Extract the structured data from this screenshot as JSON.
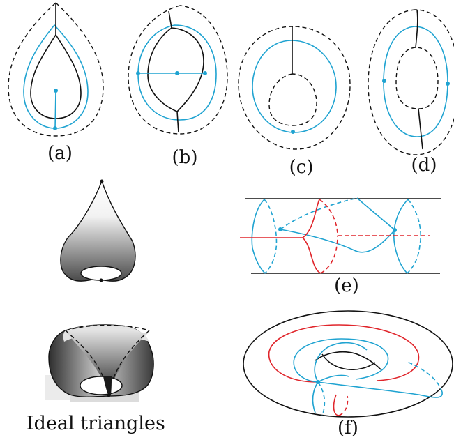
{
  "panels": {
    "a": {
      "label": "(a)"
    },
    "b": {
      "label": "(b)"
    },
    "c": {
      "label": "(c)"
    },
    "d": {
      "label": "(d)"
    },
    "e": {
      "label": "(e)"
    },
    "f": {
      "label": "(f)"
    }
  },
  "ideal_triangles": {
    "caption": "Ideal triangles"
  },
  "colors": {
    "cyan": "#1fa3d1",
    "red": "#e0252b",
    "black": "#111111"
  }
}
